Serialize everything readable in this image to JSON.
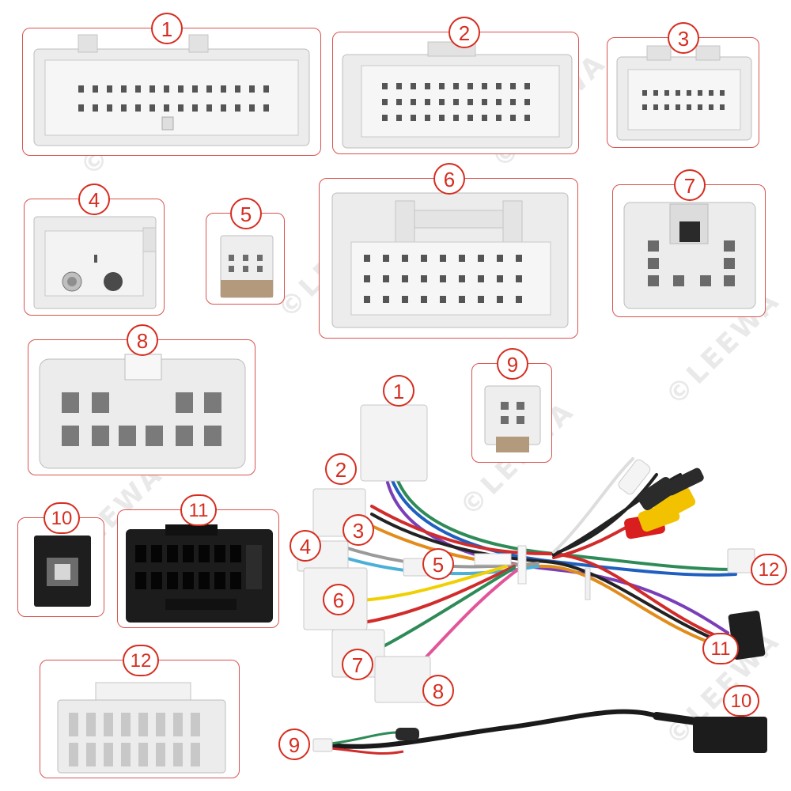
{
  "watermark": "©LEEWA",
  "panel_labels": [
    "1",
    "2",
    "3",
    "4",
    "5",
    "6",
    "7",
    "8",
    "9",
    "10",
    "11",
    "12"
  ],
  "harness_labels": [
    "1",
    "2",
    "3",
    "4",
    "5",
    "6",
    "7",
    "8",
    "9",
    "10",
    "11",
    "12"
  ],
  "colors": {
    "badge": "#d62d20",
    "panel_border": "#d9534f",
    "connector_white": "#ececec",
    "connector_black": "#1c1c1c",
    "rca_red": "#d81e1e",
    "rca_yellow": "#f2c200",
    "rca_white": "#f4f4f4"
  }
}
